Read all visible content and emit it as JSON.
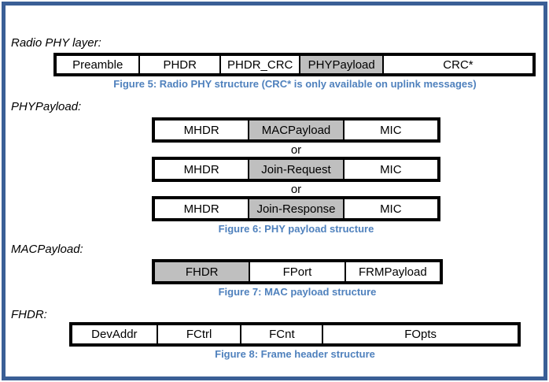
{
  "colors": {
    "frame_border": "#3A5F96",
    "caption_blue": "#4F81BD",
    "cell_shaded": "#BFBFBF",
    "table_border": "#000000"
  },
  "headings": {
    "radio_phy": "Radio PHY layer:",
    "phy_payload": "PHYPayload:",
    "mac_payload": "MACPayload:",
    "fhdr": "FHDR:"
  },
  "or_label": "or",
  "fig5": {
    "cells": [
      "Preamble",
      "PHDR",
      "PHDR_CRC",
      "PHYPayload",
      "CRC*"
    ],
    "shaded_cell": "PHYPayload",
    "caption": "Figure 5: Radio PHY structure (CRC* is only available on uplink messages)"
  },
  "fig6": {
    "rows": [
      {
        "cells": [
          "MHDR",
          "MACPayload",
          "MIC"
        ],
        "shaded_cell": "MACPayload"
      },
      {
        "cells": [
          "MHDR",
          "Join-Request",
          "MIC"
        ],
        "shaded_cell": "Join-Request"
      },
      {
        "cells": [
          "MHDR",
          "Join-Response",
          "MIC"
        ],
        "shaded_cell": "Join-Response"
      }
    ],
    "caption": "Figure 6: PHY payload structure"
  },
  "fig7": {
    "cells": [
      "FHDR",
      "FPort",
      "FRMPayload"
    ],
    "shaded_cell": "FHDR",
    "caption": "Figure 7: MAC payload structure"
  },
  "fig8": {
    "cells": [
      "DevAddr",
      "FCtrl",
      "FCnt",
      "FOpts"
    ],
    "caption": "Figure 8: Frame header structure"
  }
}
